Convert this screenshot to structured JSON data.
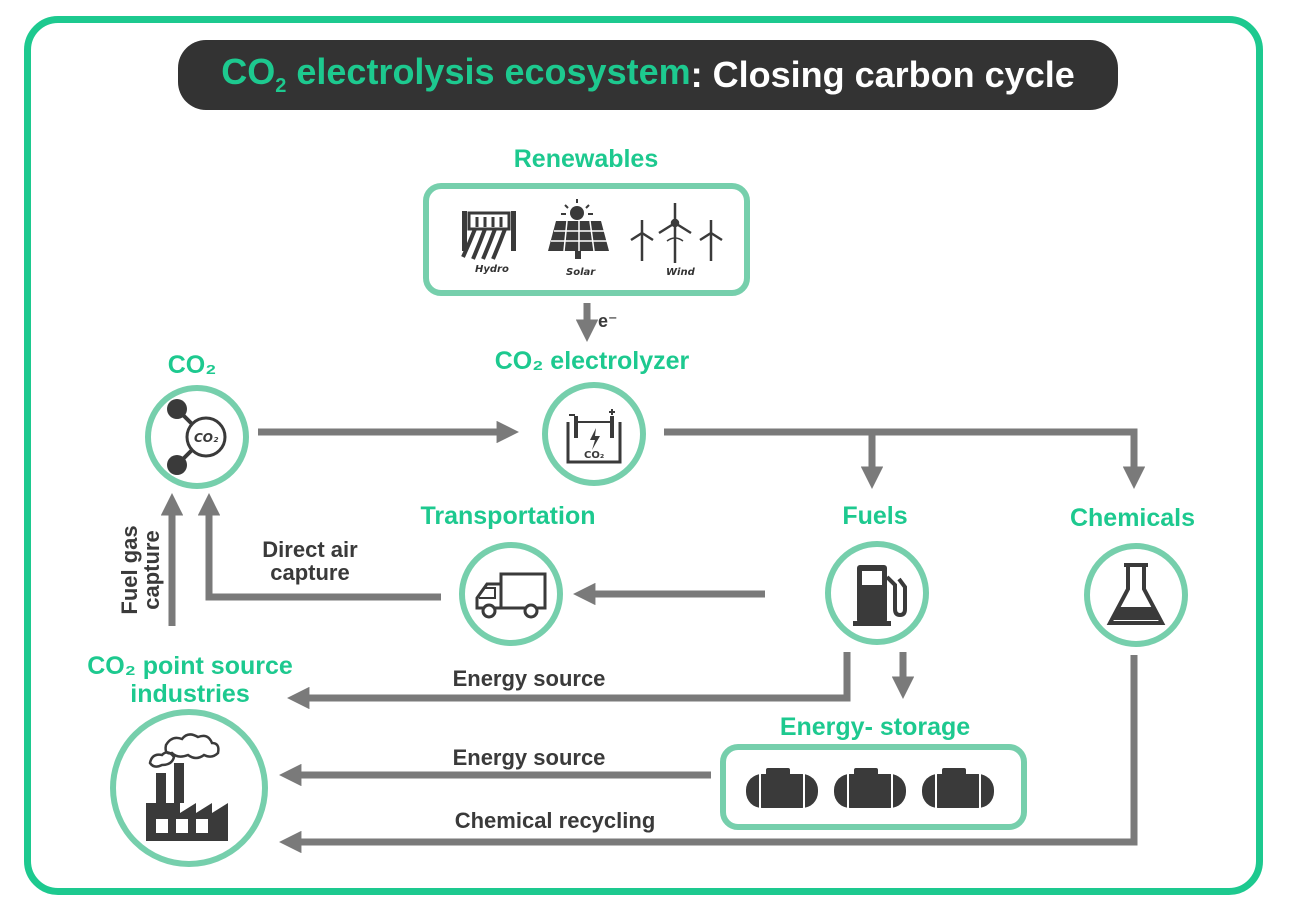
{
  "title": {
    "accent_prefix": "CO",
    "accent_sub": "2",
    "accent_rest": " electrolysis ecosystem",
    "separator": ":",
    "rest": " Closing carbon cycle"
  },
  "nodes": {
    "renewables": {
      "label": "Renewables",
      "items": [
        "Hydro",
        "Solar",
        "Wind"
      ]
    },
    "electron": "e⁻",
    "electrolyzer": {
      "label": "CO₂ electrolyzer",
      "icon_text": "CO₂"
    },
    "co2": {
      "label": "CO₂",
      "icon_text": "CO₂"
    },
    "transportation": {
      "label": "Transportation"
    },
    "fuels": {
      "label": "Fuels"
    },
    "chemicals": {
      "label": "Chemicals"
    },
    "industries": {
      "label_line1": "CO₂ point source",
      "label_line2": "industries"
    },
    "energy_storage": {
      "label": "Energy- storage"
    }
  },
  "edges": {
    "fuel_gas_capture_line1": "Fuel gas",
    "fuel_gas_capture_line2": "capture",
    "direct_air_capture_line1": "Direct air",
    "direct_air_capture_line2": "capture",
    "energy_source_1": "Energy source",
    "energy_source_2": "Energy source",
    "chemical_recycling": "Chemical recycling"
  },
  "colors": {
    "accent": "#1dc98f",
    "circle_border": "#76cfac",
    "title_bg": "#333333",
    "arrow": "#7a7a7a",
    "icon": "#3a3a3a"
  }
}
